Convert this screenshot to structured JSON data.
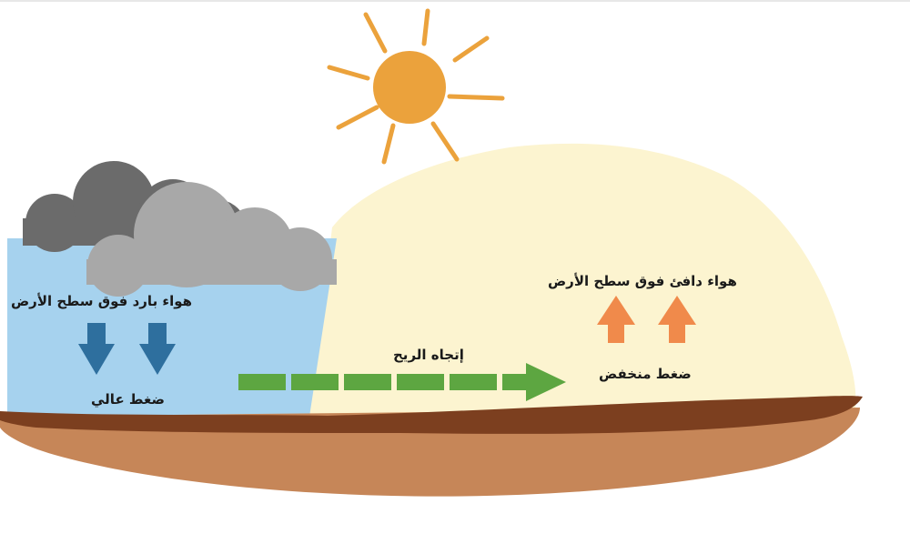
{
  "labels": {
    "cold_air": "هواء بارد فوق سطح الأرض",
    "high_pressure": "ضغط عالي",
    "wind_direction": "إتجاه الريح",
    "warm_air": "هواء دافئ فوق سطح الأرض",
    "low_pressure": "ضغط منخفض"
  },
  "colors": {
    "sun": "#EBA23C",
    "cold_zone": "#A6D2EE",
    "warm_zone": "#FCF4D0",
    "cloud_dark": "#6B6B6B",
    "cloud_light": "#A8A8A8",
    "down_arrow": "#2E6F9E",
    "up_arrow": "#F08A4B",
    "wind_arrow": "#5DA641",
    "ground_top": "#7C3F1F",
    "ground_soil": "#C68658"
  }
}
